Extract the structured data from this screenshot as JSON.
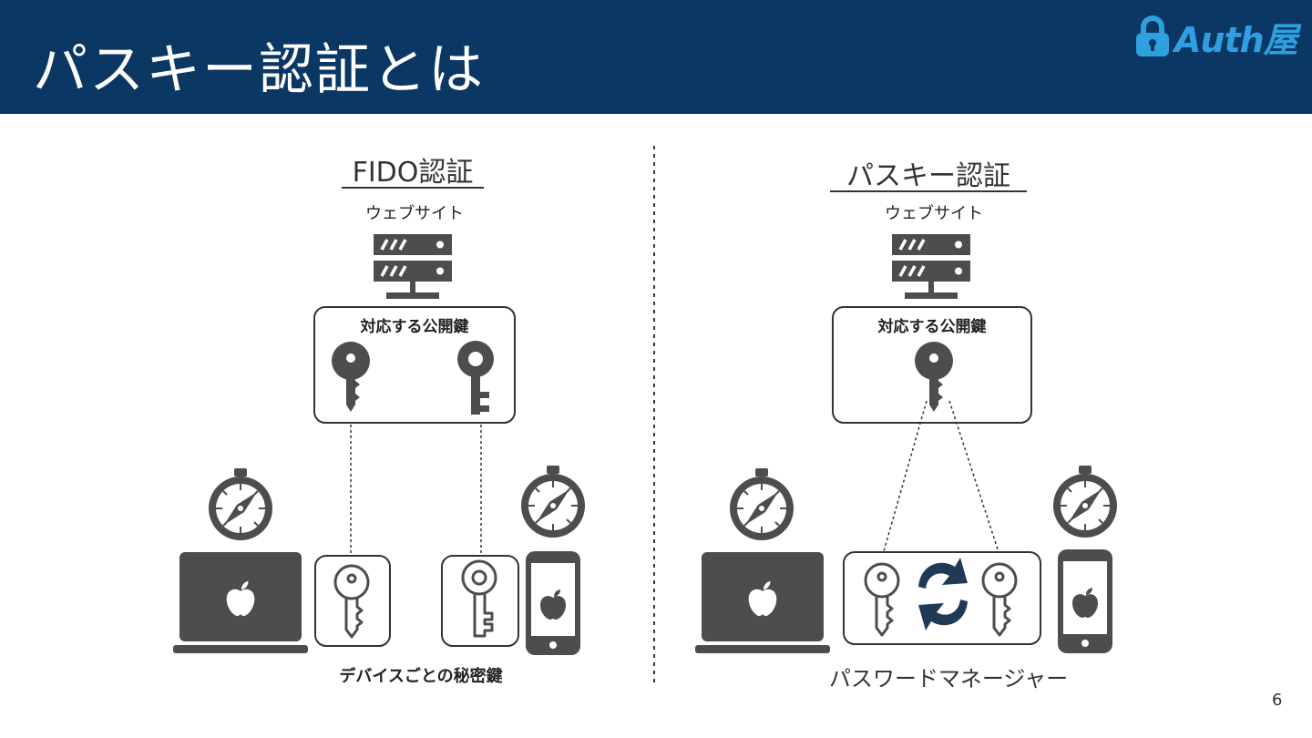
{
  "slide": {
    "title": "パスキー認証とは",
    "page_number": "6"
  },
  "logo": {
    "text": "Auth屋",
    "icon": "padlock-icon"
  },
  "left_panel": {
    "heading": "FIDO認証",
    "server_label": "ウェブサイト",
    "key_box_label": "対応する公開鍵",
    "bottom_label": "デバイスごとの秘密鍵"
  },
  "right_panel": {
    "heading": "パスキー認証",
    "server_label": "ウェブサイト",
    "key_box_label": "対応する公開鍵",
    "bottom_label": "パスワードマネージャー"
  },
  "colors": {
    "header_bg": "#0b3764",
    "icon_gray": "#4d4d4d",
    "accent_blue": "#2f9fe0",
    "sync_arrows": "#1e3a57"
  }
}
